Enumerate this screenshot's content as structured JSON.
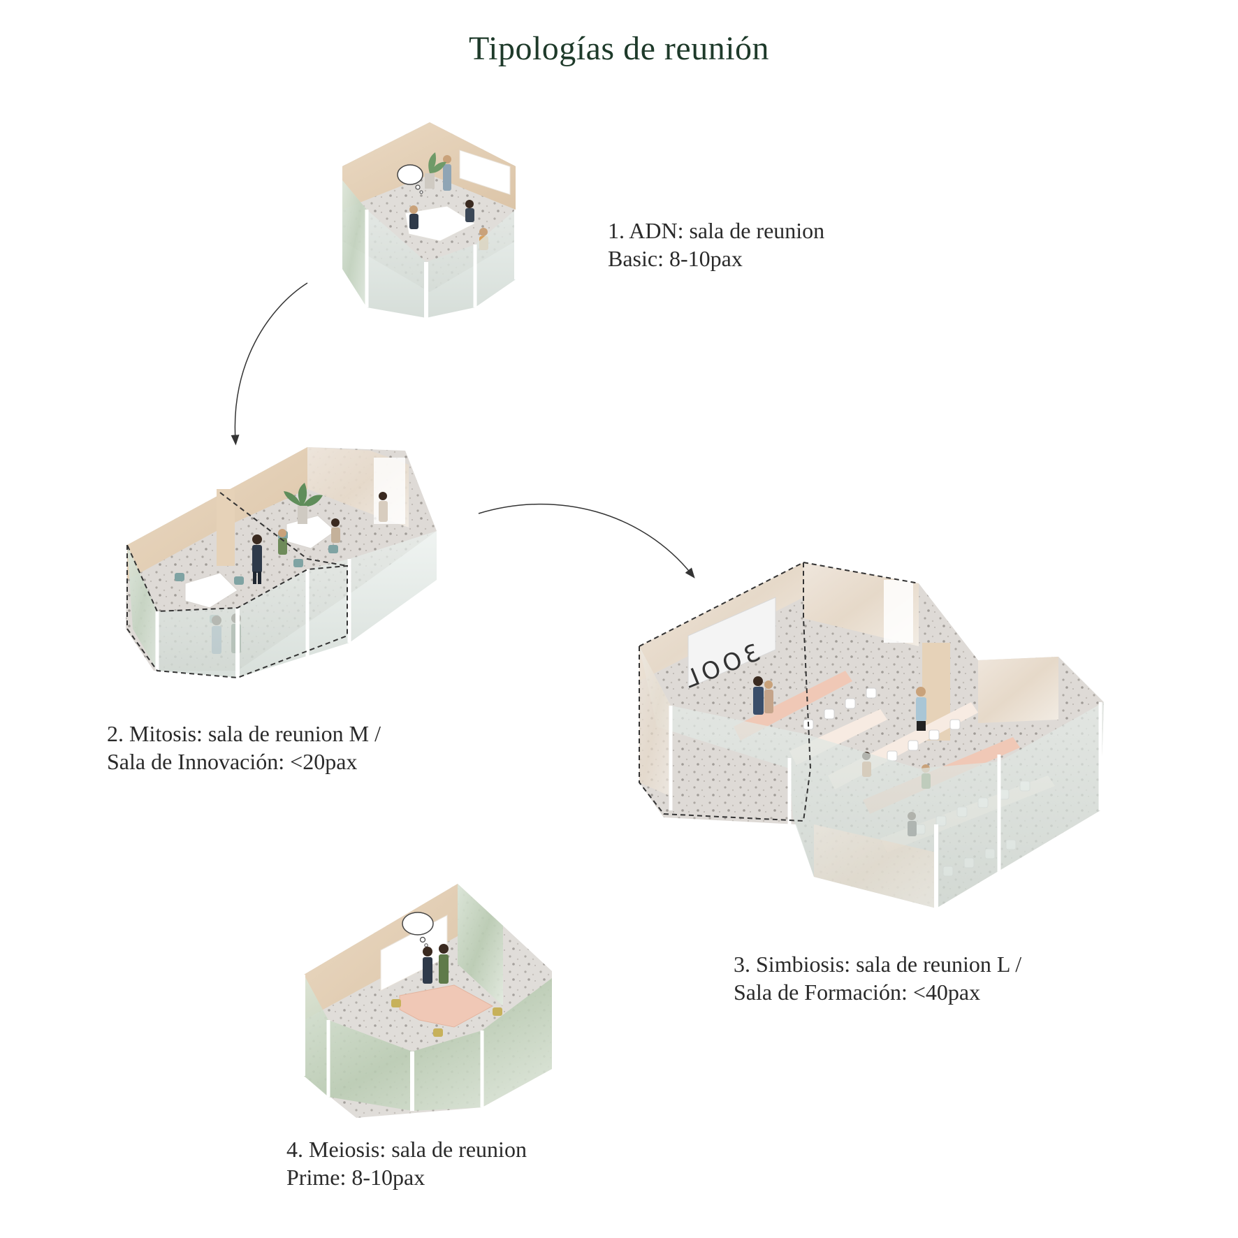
{
  "title": "Tipologías de reunión",
  "rooms": [
    {
      "line1": "1. ADN: sala de reunion",
      "line2": "Basic: 8-10pax"
    },
    {
      "line1": "2. Mitosis: sala de reunion M /",
      "line2": "Sala de Innovación: <20pax"
    },
    {
      "line1": "3. Simbiosis: sala de reunion L /",
      "line2": "Sala de Formación: <40pax",
      "screen_text": "3OOL"
    },
    {
      "line1": "4. Meiosis: sala de reunion",
      "line2": "Prime: 8-10pax"
    }
  ],
  "colors": {
    "title": "#1e3a2a",
    "wood": "#e8d6bf",
    "glass": "#dfe6e2",
    "floor": "#d9d6d1",
    "table_white": "#ffffff",
    "table_pink": "#f0c8b6"
  }
}
